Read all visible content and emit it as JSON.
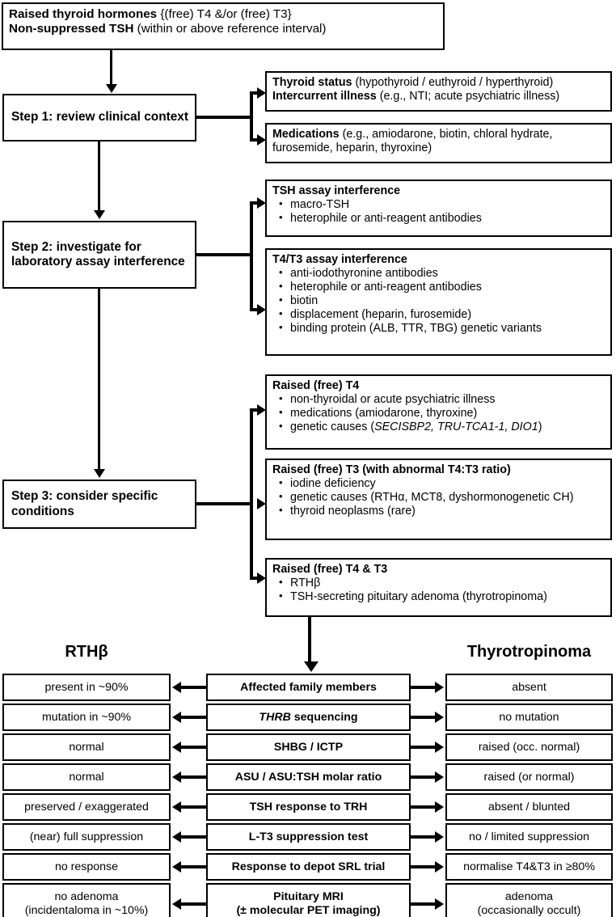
{
  "title_box": {
    "line1_bold": "Raised thyroid hormones",
    "line1_rest": " {(free) T4 &/or (free) T3}",
    "line2_bold": "Non-suppressed TSH",
    "line2_rest": " (within or above reference interval)"
  },
  "steps": [
    {
      "id": "step1",
      "label": "Step 1: review clinical context"
    },
    {
      "id": "step2",
      "label": "Step 2: investigate for laboratory assay interference"
    },
    {
      "id": "step3",
      "label": "Step 3: consider specific conditions"
    }
  ],
  "step1_boxes": [
    {
      "lines": [
        {
          "bold": "Thyroid status",
          "rest": " (hypothyroid / euthyroid / hyperthyroid)"
        },
        {
          "bold": "Intercurrent illness",
          "rest": " (e.g., NTI; acute psychiatric illness)"
        }
      ]
    },
    {
      "lines": [
        {
          "bold": "Medications",
          "rest": " (e.g., amiodarone, biotin, chloral hydrate, furosemide, heparin, thyroxine)"
        }
      ]
    }
  ],
  "step2_boxes": [
    {
      "heading": "TSH assay interference",
      "bullets": [
        "macro-TSH",
        "heterophile or anti-reagent antibodies"
      ]
    },
    {
      "heading": "T4/T3 assay interference",
      "bullets": [
        "anti-iodothyronine antibodies",
        "heterophile or anti-reagent antibodies",
        "biotin",
        "displacement (heparin, furosemide)",
        "binding protein (ALB, TTR, TBG) genetic variants"
      ]
    }
  ],
  "step3_boxes": [
    {
      "heading": "Raised (free) T4",
      "bullets": [
        "non-thyroidal or acute psychiatric illness",
        "medications (amiodarone, thyroxine)",
        "genetic causes (SECISBP2, TRU-TCA1-1, DIO1)"
      ],
      "italic_parts": [
        "SECISBP2, TRU-TCA1-1, DIO1"
      ]
    },
    {
      "heading": "Raised (free) T3 (with abnormal T4:T3 ratio)",
      "bullets": [
        "iodine deficiency",
        "genetic causes (RTHα, MCT8, dyshormonogenetic CH)",
        "thyroid neoplasms (rare)"
      ],
      "italic_parts": []
    },
    {
      "heading": "Raised (free) T4 & T3",
      "bullets": [
        "RTHβ",
        "TSH-secreting pituitary adenoma (thyrotropinoma)"
      ],
      "italic_parts": []
    }
  ],
  "comparison": {
    "left_header": "RTHβ",
    "right_header": "Thyrotropinoma",
    "rows": [
      {
        "left": "present in ~90%",
        "feature": "Affected family members",
        "feature_italic": "",
        "right": "absent"
      },
      {
        "left": "mutation in ~90%",
        "feature": " sequencing",
        "feature_italic": "THRB",
        "right": "no mutation"
      },
      {
        "left": "normal",
        "feature": "SHBG / ICTP",
        "feature_italic": "",
        "right": "raised (occ. normal)"
      },
      {
        "left": "normal",
        "feature": "ASU / ASU:TSH molar ratio",
        "feature_italic": "",
        "right": "raised (or normal)"
      },
      {
        "left": "preserved / exaggerated",
        "feature": "TSH response to TRH",
        "feature_italic": "",
        "right": "absent / blunted"
      },
      {
        "left": "(near) full suppression",
        "feature": "L-T3 suppression test",
        "feature_italic": "",
        "right": "no / limited suppression"
      },
      {
        "left": "no response",
        "feature": "Response to depot SRL trial",
        "feature_italic": "",
        "right": "normalise T4&T3 in ≥80%"
      },
      {
        "left": "no adenoma\n(incidentaloma in ~10%)",
        "feature": "Pituitary MRI\n(± molecular PET imaging)",
        "feature_italic": "",
        "right": "adenoma\n(occasionally occult)"
      }
    ]
  },
  "colors": {
    "stroke": "#000000",
    "background": "#ffffff",
    "text": "#000000"
  }
}
